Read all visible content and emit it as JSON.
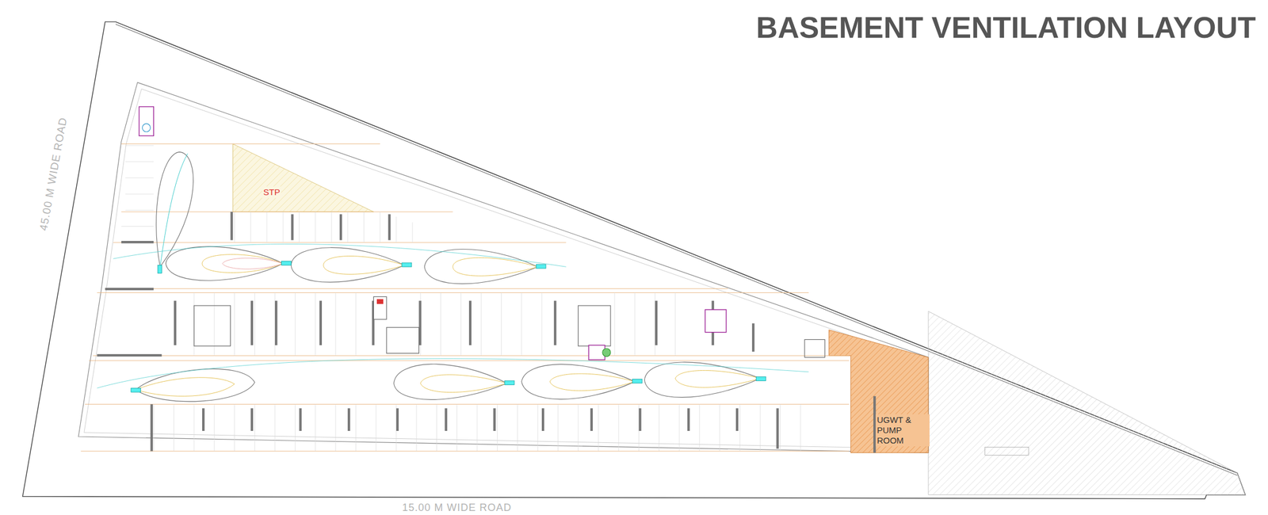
{
  "diagram": {
    "title": "BASEMENT VENTILATION LAYOUT",
    "nodes": [
      {
        "text": [
          "STP"
        ]
      },
      {
        "text": [
          "UGWT & PUMP ROOM"
        ]
      }
    ],
    "labels": [
      "45.00 M WIDE ROAD",
      "15.00 M WIDE ROAD"
    ]
  }
}
